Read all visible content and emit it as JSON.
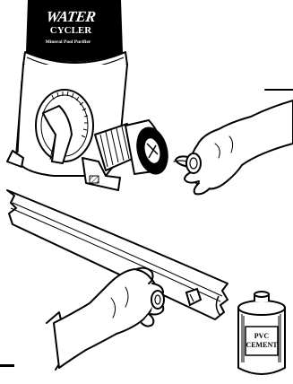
{
  "purifier": {
    "brand_word": "WATER",
    "product_name": "CYCLER",
    "tagline": "Mineral Pool Purifier"
  },
  "cement_can": {
    "label_line1": "PVC",
    "label_line2": "CEMENT"
  },
  "colors": {
    "ink": "#000000",
    "paper": "#ffffff"
  }
}
